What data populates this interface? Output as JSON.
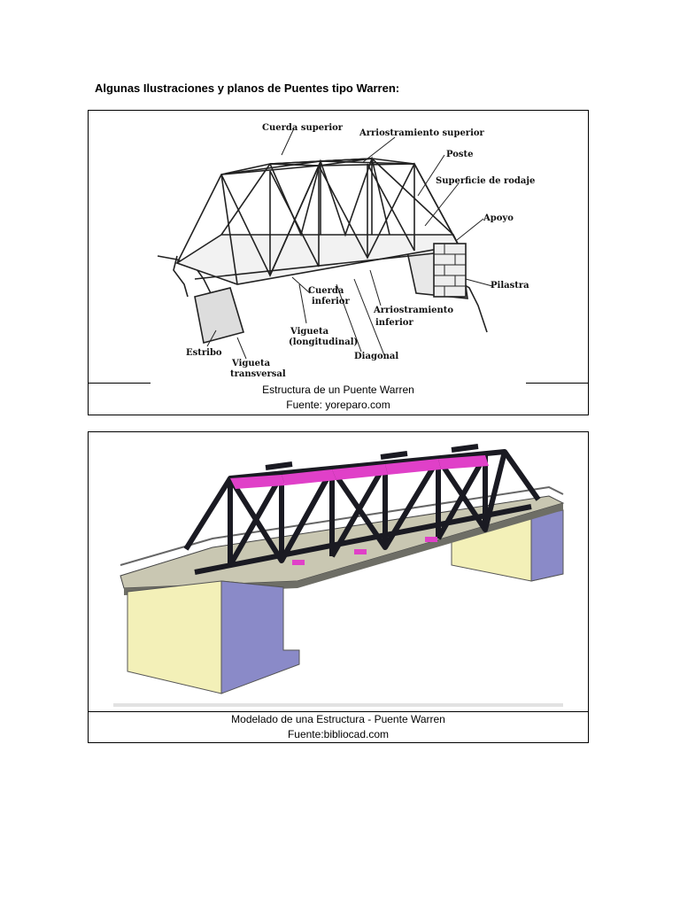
{
  "heading": "Algunas Ilustraciones y planos de Puentes tipo Warren:",
  "figure1": {
    "labels": {
      "cuerda_superior": "Cuerda superior",
      "arriostramiento_superior": "Arriostramiento superior",
      "poste": "Poste",
      "superficie_rodaje": "Superficie de rodaje",
      "apoyo": "Apoyo",
      "pilastra": "Pilastra",
      "cuerda_inferior_1": "Cuerda",
      "cuerda_inferior_2": "inferior",
      "arriostramiento_inferior_1": "Arriostramiento",
      "arriostramiento_inferior_2": "inferior",
      "vigueta_long_1": "Vigueta",
      "vigueta_long_2": "(longitudinal)",
      "diagonal": "Diagonal",
      "estribo": "Estribo",
      "vigueta_trans_1": "Vigueta",
      "vigueta_trans_2": "transversal"
    },
    "caption_line1": "Estructura de un Puente Warren",
    "caption_line2": "Fuente: yoreparo.com"
  },
  "figure2": {
    "caption_line1": "Modelado de una Estructura - Puente Warren",
    "caption_line2": "Fuente:bibliocad.com",
    "colors": {
      "truss": "#1a1a22",
      "accent": "#e040c8",
      "pier_front": "#f3f0b8",
      "pier_side": "#8a8ac8",
      "deck": "#c9c7b2"
    }
  }
}
